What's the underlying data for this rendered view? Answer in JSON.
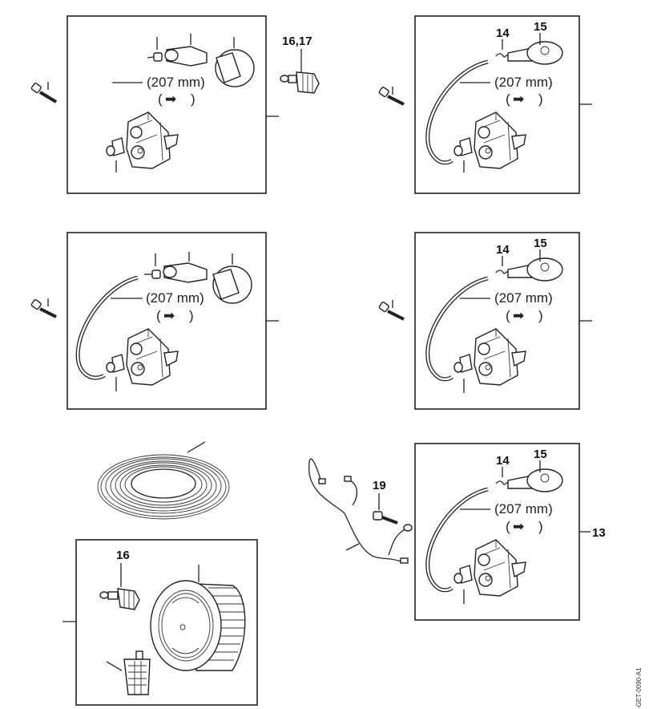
{
  "diagram": {
    "type": "exploded parts diagram",
    "panels": [
      {
        "id": "panel-1",
        "dimension_label": "(207 mm)",
        "arrow_ref": "(➡  )",
        "item_labels": [],
        "external_labels": [
          "16,17"
        ]
      },
      {
        "id": "panel-2",
        "dimension_label": "(207 mm)",
        "arrow_ref": "(➡  )",
        "item_labels": [
          "14",
          "15"
        ]
      },
      {
        "id": "panel-3",
        "dimension_label": "(207 mm)",
        "arrow_ref": "(➡  )",
        "item_labels": []
      },
      {
        "id": "panel-4",
        "dimension_label": "(207 mm)",
        "arrow_ref": "(➡  )",
        "item_labels": [
          "14",
          "15"
        ]
      },
      {
        "id": "panel-5",
        "dimension_label": "(207 mm)",
        "arrow_ref": "(➡  )",
        "item_labels": [
          "14",
          "15"
        ],
        "group_label": "13",
        "external_labels": [
          "19"
        ]
      },
      {
        "id": "panel-6",
        "item_labels": [
          "16"
        ]
      }
    ],
    "labels": {
      "p1_ext": "16,17",
      "p2_14": "14",
      "p2_15": "15",
      "p4_14": "14",
      "p4_15": "15",
      "p5_14": "14",
      "p5_15": "15",
      "p5_group": "13",
      "p5_ext": "19",
      "p6_16": "16",
      "dim": "(207 mm)",
      "arrow_open": "(",
      "arrow_close": ")",
      "arrow_glyph": "➡"
    },
    "figure_code": "-GET-0090-A1"
  }
}
